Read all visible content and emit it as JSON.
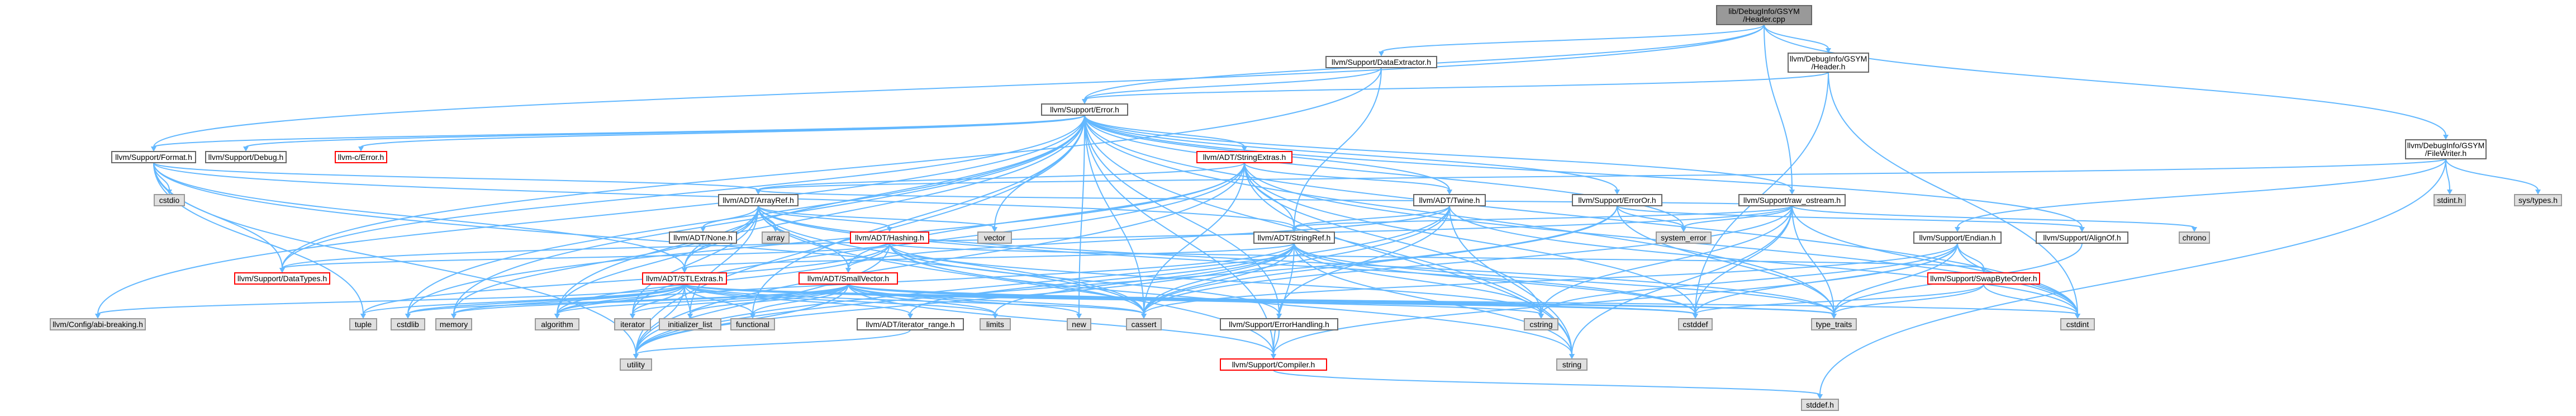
{
  "graph": {
    "type": "include-dependency-graph",
    "nodes": [
      {
        "id": "root",
        "lines": [
          "lib/DebugInfo/GSYM",
          "/Header.cpp"
        ],
        "style": "root"
      },
      {
        "id": "dataextractor",
        "lines": [
          "llvm/Support/DataExtractor.h"
        ],
        "style": "normal"
      },
      {
        "id": "gsymheader",
        "lines": [
          "llvm/DebugInfo/GSYM",
          "/Header.h"
        ],
        "style": "normal"
      },
      {
        "id": "filewriter",
        "lines": [
          "llvm/DebugInfo/GSYM",
          "/FileWriter.h"
        ],
        "style": "normal"
      },
      {
        "id": "error",
        "lines": [
          "llvm/Support/Error.h"
        ],
        "style": "normal"
      },
      {
        "id": "format",
        "lines": [
          "llvm/Support/Format.h"
        ],
        "style": "normal"
      },
      {
        "id": "debug",
        "lines": [
          "llvm/Support/Debug.h"
        ],
        "style": "normal"
      },
      {
        "id": "cerror",
        "lines": [
          "llvm-c/Error.h"
        ],
        "style": "red"
      },
      {
        "id": "stringextras",
        "lines": [
          "llvm/ADT/StringExtras.h"
        ],
        "style": "red"
      },
      {
        "id": "cstdio",
        "lines": [
          "cstdio"
        ],
        "style": "gray"
      },
      {
        "id": "arrayref",
        "lines": [
          "llvm/ADT/ArrayRef.h"
        ],
        "style": "normal"
      },
      {
        "id": "twine",
        "lines": [
          "llvm/ADT/Twine.h"
        ],
        "style": "normal"
      },
      {
        "id": "erroror",
        "lines": [
          "llvm/Support/ErrorOr.h"
        ],
        "style": "normal"
      },
      {
        "id": "rawostream",
        "lines": [
          "llvm/Support/raw_ostream.h"
        ],
        "style": "normal"
      },
      {
        "id": "chrono",
        "lines": [
          "chrono"
        ],
        "style": "gray"
      },
      {
        "id": "stdint",
        "lines": [
          "stdint.h"
        ],
        "style": "gray"
      },
      {
        "id": "systypes",
        "lines": [
          "sys/types.h"
        ],
        "style": "gray"
      },
      {
        "id": "none",
        "lines": [
          "llvm/ADT/None.h"
        ],
        "style": "normal"
      },
      {
        "id": "array",
        "lines": [
          "array"
        ],
        "style": "gray"
      },
      {
        "id": "hashing",
        "lines": [
          "llvm/ADT/Hashing.h"
        ],
        "style": "red"
      },
      {
        "id": "vector",
        "lines": [
          "vector"
        ],
        "style": "gray"
      },
      {
        "id": "stringref",
        "lines": [
          "llvm/ADT/StringRef.h"
        ],
        "style": "normal"
      },
      {
        "id": "systemerror",
        "lines": [
          "system_error"
        ],
        "style": "gray"
      },
      {
        "id": "endian",
        "lines": [
          "llvm/Support/Endian.h"
        ],
        "style": "normal"
      },
      {
        "id": "alignof",
        "lines": [
          "llvm/Support/AlignOf.h"
        ],
        "style": "normal"
      },
      {
        "id": "datatypes",
        "lines": [
          "llvm/Support/DataTypes.h"
        ],
        "style": "red"
      },
      {
        "id": "stlextras",
        "lines": [
          "llvm/ADT/STLExtras.h"
        ],
        "style": "red"
      },
      {
        "id": "smallvector",
        "lines": [
          "llvm/ADT/SmallVector.h"
        ],
        "style": "red"
      },
      {
        "id": "swapbyteorder",
        "lines": [
          "llvm/Support/SwapByteOrder.h"
        ],
        "style": "red"
      },
      {
        "id": "configbreaking",
        "lines": [
          "llvm/Config/abi-breaking.h"
        ],
        "style": "gray"
      },
      {
        "id": "tuple",
        "lines": [
          "tuple"
        ],
        "style": "gray"
      },
      {
        "id": "cstdlib",
        "lines": [
          "cstdlib"
        ],
        "style": "gray"
      },
      {
        "id": "memory",
        "lines": [
          "memory"
        ],
        "style": "gray"
      },
      {
        "id": "algorithm",
        "lines": [
          "algorithm"
        ],
        "style": "gray"
      },
      {
        "id": "iterator",
        "lines": [
          "iterator"
        ],
        "style": "gray"
      },
      {
        "id": "initlist",
        "lines": [
          "initializer_list"
        ],
        "style": "gray"
      },
      {
        "id": "functional",
        "lines": [
          "functional"
        ],
        "style": "gray"
      },
      {
        "id": "iterrange",
        "lines": [
          "llvm/ADT/iterator_range.h"
        ],
        "style": "normal"
      },
      {
        "id": "limits",
        "lines": [
          "limits"
        ],
        "style": "gray"
      },
      {
        "id": "new",
        "lines": [
          "new"
        ],
        "style": "gray"
      },
      {
        "id": "cassert",
        "lines": [
          "cassert"
        ],
        "style": "gray"
      },
      {
        "id": "errorhandling",
        "lines": [
          "llvm/Support/ErrorHandling.h"
        ],
        "style": "normal"
      },
      {
        "id": "cstring",
        "lines": [
          "cstring"
        ],
        "style": "gray"
      },
      {
        "id": "cstddef",
        "lines": [
          "cstddef"
        ],
        "style": "gray"
      },
      {
        "id": "typetraits",
        "lines": [
          "type_traits"
        ],
        "style": "gray"
      },
      {
        "id": "cstdint",
        "lines": [
          "cstdint"
        ],
        "style": "gray"
      },
      {
        "id": "utility",
        "lines": [
          "utility"
        ],
        "style": "gray"
      },
      {
        "id": "compiler",
        "lines": [
          "llvm/Support/Compiler.h"
        ],
        "style": "red"
      },
      {
        "id": "string",
        "lines": [
          "string"
        ],
        "style": "gray"
      },
      {
        "id": "stddef",
        "lines": [
          "stddef.h"
        ],
        "style": "gray"
      }
    ],
    "edges": [
      [
        "root",
        "dataextractor"
      ],
      [
        "root",
        "gsymheader"
      ],
      [
        "root",
        "filewriter"
      ],
      [
        "root",
        "error"
      ],
      [
        "root",
        "rawostream"
      ],
      [
        "root",
        "format"
      ],
      [
        "dataextractor",
        "error"
      ],
      [
        "dataextractor",
        "stringref"
      ],
      [
        "dataextractor",
        "datatypes"
      ],
      [
        "gsymheader",
        "error"
      ],
      [
        "gsymheader",
        "cstddef"
      ],
      [
        "gsymheader",
        "cstdint"
      ],
      [
        "filewriter",
        "arrayref"
      ],
      [
        "filewriter",
        "endian"
      ],
      [
        "filewriter",
        "stddef"
      ],
      [
        "filewriter",
        "stdint"
      ],
      [
        "filewriter",
        "systypes"
      ],
      [
        "error",
        "cerror"
      ],
      [
        "error",
        "stringextras"
      ],
      [
        "error",
        "twine"
      ],
      [
        "error",
        "abi"
      ],
      [
        "error",
        "alignof"
      ],
      [
        "error",
        "compiler"
      ],
      [
        "error",
        "debug"
      ],
      [
        "error",
        "erroror"
      ],
      [
        "error",
        "errorhandling"
      ],
      [
        "error",
        "format"
      ],
      [
        "error",
        "rawostream"
      ],
      [
        "error",
        "algorithm"
      ],
      [
        "error",
        "cassert"
      ],
      [
        "error",
        "cstdint"
      ],
      [
        "error",
        "cstdlib"
      ],
      [
        "error",
        "functional"
      ],
      [
        "error",
        "memory"
      ],
      [
        "error",
        "new"
      ],
      [
        "error",
        "optional"
      ],
      [
        "error",
        "string"
      ],
      [
        "error",
        "systemerror"
      ],
      [
        "error",
        "typetraits"
      ],
      [
        "error",
        "utility"
      ],
      [
        "error",
        "vector"
      ],
      [
        "error",
        "configbreaking"
      ],
      [
        "error",
        "datatypes"
      ],
      [
        "error",
        "stlextras"
      ],
      [
        "format",
        "arrayref"
      ],
      [
        "format",
        "stringref"
      ],
      [
        "format",
        "cassert"
      ],
      [
        "format",
        "cstdio"
      ],
      [
        "format",
        "tuple"
      ],
      [
        "format",
        "utility"
      ],
      [
        "format",
        "datatypes"
      ],
      [
        "format",
        "stlextras"
      ],
      [
        "stringextras",
        "arrayref"
      ],
      [
        "stringextras",
        "smallvector"
      ],
      [
        "stringextras",
        "stringref"
      ],
      [
        "stringextras",
        "twine"
      ],
      [
        "stringextras",
        "cassert"
      ],
      [
        "stringextras",
        "cstddef"
      ],
      [
        "stringextras",
        "cstdint"
      ],
      [
        "stringextras",
        "cstdlib"
      ],
      [
        "stringextras",
        "cstring"
      ],
      [
        "stringextras",
        "iterator"
      ],
      [
        "stringextras",
        "string"
      ],
      [
        "stringextras",
        "utility"
      ],
      [
        "arrayref",
        "hashing"
      ],
      [
        "arrayref",
        "none"
      ],
      [
        "arrayref",
        "smallvector"
      ],
      [
        "arrayref",
        "stlextras"
      ],
      [
        "arrayref",
        "compiler"
      ],
      [
        "arrayref",
        "algorithm"
      ],
      [
        "arrayref",
        "array"
      ],
      [
        "arrayref",
        "cassert"
      ],
      [
        "arrayref",
        "cstddef"
      ],
      [
        "arrayref",
        "initlist"
      ],
      [
        "arrayref",
        "iterator"
      ],
      [
        "arrayref",
        "memory"
      ],
      [
        "arrayref",
        "typetraits"
      ],
      [
        "arrayref",
        "vector"
      ],
      [
        "twine",
        "smallvector"
      ],
      [
        "twine",
        "stringref"
      ],
      [
        "twine",
        "errorhandling"
      ],
      [
        "twine",
        "cassert"
      ],
      [
        "twine",
        "cstdint"
      ],
      [
        "twine",
        "string"
      ],
      [
        "twine",
        "utility"
      ],
      [
        "erroror",
        "alignof"
      ],
      [
        "erroror",
        "cassert"
      ],
      [
        "erroror",
        "systemerror"
      ],
      [
        "erroror",
        "typetraits"
      ],
      [
        "erroror",
        "utility"
      ],
      [
        "rawostream",
        "arrayref"
      ],
      [
        "rawostream",
        "stringref"
      ],
      [
        "rawostream",
        "datatypes"
      ],
      [
        "rawostream",
        "cassert"
      ],
      [
        "rawostream",
        "chrono"
      ],
      [
        "rawostream",
        "cstddef"
      ],
      [
        "rawostream",
        "cstdint"
      ],
      [
        "rawostream",
        "cstring"
      ],
      [
        "rawostream",
        "string"
      ],
      [
        "rawostream",
        "systemerror"
      ],
      [
        "rawostream",
        "typetraits"
      ],
      [
        "hashing",
        "datatypes"
      ],
      [
        "hashing",
        "errorhandling"
      ],
      [
        "hashing",
        "swapbyteorder"
      ],
      [
        "hashing",
        "algorithm"
      ],
      [
        "hashing",
        "cassert"
      ],
      [
        "hashing",
        "cstring"
      ],
      [
        "hashing",
        "string"
      ],
      [
        "hashing",
        "tuple"
      ],
      [
        "hashing",
        "utility"
      ],
      [
        "stringref",
        "stlextras"
      ],
      [
        "stringref",
        "iterrange"
      ],
      [
        "stringref",
        "compiler"
      ],
      [
        "stringref",
        "algorithm"
      ],
      [
        "stringref",
        "cassert"
      ],
      [
        "stringref",
        "cstddef"
      ],
      [
        "stringref",
        "cstring"
      ],
      [
        "stringref",
        "limits"
      ],
      [
        "stringref",
        "string"
      ],
      [
        "stringref",
        "typetraits"
      ],
      [
        "stringref",
        "utility"
      ],
      [
        "endian",
        "compiler"
      ],
      [
        "endian",
        "swapbyteorder"
      ],
      [
        "endian",
        "cassert"
      ],
      [
        "endian",
        "cstddef"
      ],
      [
        "endian",
        "cstdint"
      ],
      [
        "endian",
        "cstring"
      ],
      [
        "endian",
        "typetraits"
      ],
      [
        "alignof",
        "typetraits"
      ],
      [
        "stlextras",
        "configbreaking"
      ],
      [
        "stlextras",
        "iterrange"
      ],
      [
        "stlextras",
        "algorithm"
      ],
      [
        "stlextras",
        "cassert"
      ],
      [
        "stlextras",
        "cstddef"
      ],
      [
        "stlextras",
        "cstdint"
      ],
      [
        "stlextras",
        "cstdlib"
      ],
      [
        "stlextras",
        "functional"
      ],
      [
        "stlextras",
        "initlist"
      ],
      [
        "stlextras",
        "iterator"
      ],
      [
        "stlextras",
        "limits"
      ],
      [
        "stlextras",
        "memory"
      ],
      [
        "stlextras",
        "tuple"
      ],
      [
        "stlextras",
        "typetraits"
      ],
      [
        "stlextras",
        "utility"
      ],
      [
        "smallvector",
        "compiler"
      ],
      [
        "smallvector",
        "algorithm"
      ],
      [
        "smallvector",
        "cassert"
      ],
      [
        "smallvector",
        "cstddef"
      ],
      [
        "smallvector",
        "cstdlib"
      ],
      [
        "smallvector",
        "cstring"
      ],
      [
        "smallvector",
        "functional"
      ],
      [
        "smallvector",
        "initlist"
      ],
      [
        "smallvector",
        "iterator"
      ],
      [
        "smallvector",
        "limits"
      ],
      [
        "smallvector",
        "memory"
      ],
      [
        "smallvector",
        "new"
      ],
      [
        "smallvector",
        "typetraits"
      ],
      [
        "smallvector",
        "utility"
      ],
      [
        "swapbyteorder",
        "cstddef"
      ],
      [
        "swapbyteorder",
        "cstdint"
      ],
      [
        "swapbyteorder",
        "typetraits"
      ],
      [
        "iterrange",
        "utility"
      ],
      [
        "errorhandling",
        "compiler"
      ],
      [
        "compiler",
        "stddef"
      ]
    ]
  },
  "colors": {
    "edge": "#63b8ff",
    "normal_fill": "#ffffff",
    "normal_stroke": "#666666",
    "red_stroke": "#ff0000",
    "gray_fill": "#e0e0e0",
    "gray_stroke": "#999999",
    "root_fill": "#999999",
    "root_stroke": "#666666"
  }
}
